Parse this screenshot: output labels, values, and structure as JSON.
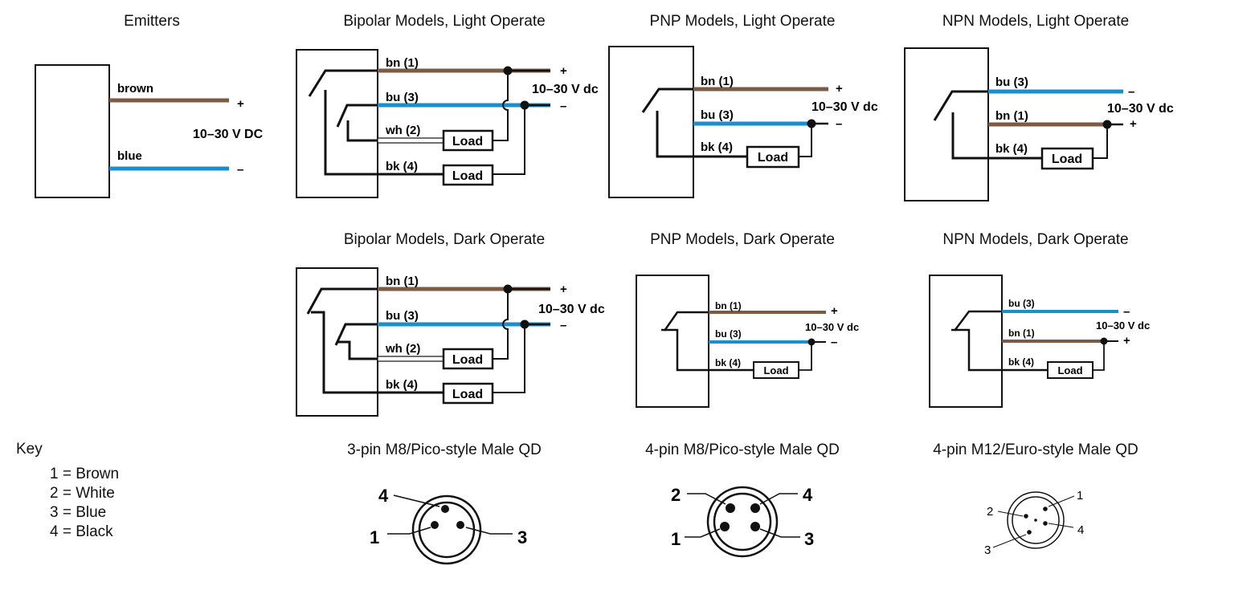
{
  "colors": {
    "brown": "#7d5a44",
    "blue": "#1b8fc9",
    "black": "#111111"
  },
  "panels": {
    "emitters": {
      "title": "Emitters",
      "brown_label": "brown",
      "blue_label": "blue",
      "plus": "+",
      "minus": "–",
      "voltage": "10–30 V DC"
    },
    "bipolar_light": {
      "title": "Bipolar Models, Light Operate",
      "bn": "bn (1)",
      "bu": "bu (3)",
      "wh": "wh (2)",
      "bk": "bk (4)",
      "load": "Load",
      "plus": "+",
      "minus": "–",
      "voltage": "10–30 V dc"
    },
    "pnp_light": {
      "title": "PNP Models, Light Operate",
      "bn": "bn (1)",
      "bu": "bu (3)",
      "bk": "bk (4)",
      "load": "Load",
      "plus": "+",
      "minus": "–",
      "voltage": "10–30 V dc"
    },
    "npn_light": {
      "title": "NPN Models, Light Operate",
      "bu": "bu (3)",
      "bn": "bn (1)",
      "bk": "bk (4)",
      "load": "Load",
      "plus": "+",
      "minus": "–",
      "voltage": "10–30 V dc"
    },
    "bipolar_dark": {
      "title": "Bipolar Models, Dark Operate",
      "bn": "bn (1)",
      "bu": "bu (3)",
      "wh": "wh (2)",
      "bk": "bk (4)",
      "load": "Load",
      "plus": "+",
      "minus": "–",
      "voltage": "10–30 V dc"
    },
    "pnp_dark": {
      "title": "PNP Models, Dark Operate",
      "bn": "bn (1)",
      "bu": "bu (3)",
      "bk": "bk (4)",
      "load": "Load",
      "plus": "+",
      "minus": "–",
      "voltage": "10–30 V dc"
    },
    "npn_dark": {
      "title": "NPN Models, Dark Operate",
      "bu": "bu (3)",
      "bn": "bn (1)",
      "bk": "bk (4)",
      "load": "Load",
      "plus": "+",
      "minus": "–",
      "voltage": "10–30 V dc"
    }
  },
  "key": {
    "title": "Key",
    "items": [
      "1 = Brown",
      "2 = White",
      "3 = Blue",
      "4 = Black"
    ]
  },
  "connectors": {
    "m8_3pin": {
      "title": "3-pin M8/Pico-style Male QD",
      "pin_a": "4",
      "pin_b": "1",
      "pin_c": "3"
    },
    "m8_4pin": {
      "title": "4-pin M8/Pico-style Male QD",
      "pin_a": "2",
      "pin_b": "4",
      "pin_c": "1",
      "pin_d": "3"
    },
    "m12_4pin": {
      "title": "4-pin M12/Euro-style Male QD",
      "pin_a": "1",
      "pin_b": "2",
      "pin_c": "4",
      "pin_d": "3"
    }
  }
}
